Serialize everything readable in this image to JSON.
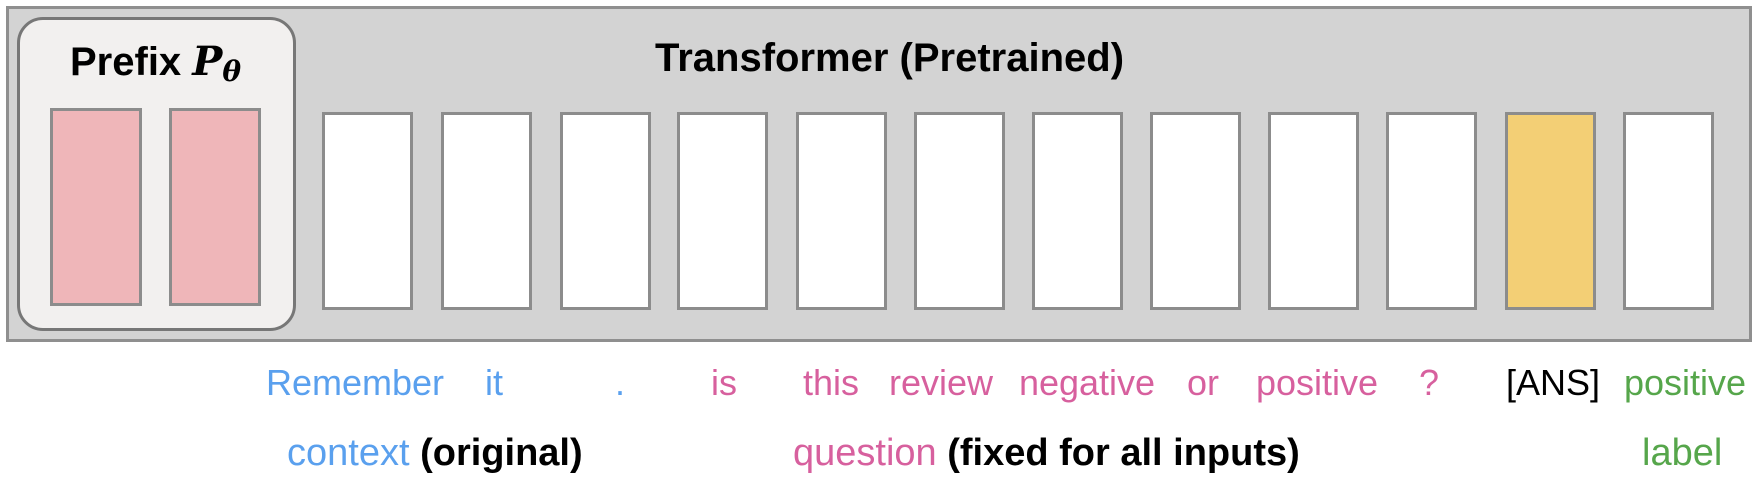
{
  "prefix": {
    "title": "Prefix ",
    "symbol": "P",
    "subscript": "θ"
  },
  "transformer": {
    "title": "Transformer (Pretrained)"
  },
  "tokens": [
    {
      "text": "Remember",
      "role": "context"
    },
    {
      "text": "it",
      "role": "context"
    },
    {
      "text": ".",
      "role": "context"
    },
    {
      "text": "is",
      "role": "question"
    },
    {
      "text": "this",
      "role": "question"
    },
    {
      "text": "review",
      "role": "question"
    },
    {
      "text": "negative",
      "role": "question"
    },
    {
      "text": "or",
      "role": "question"
    },
    {
      "text": "positive",
      "role": "question"
    },
    {
      "text": "?",
      "role": "question"
    },
    {
      "text": "[ANS]",
      "role": "answer"
    },
    {
      "text": "positive",
      "role": "label"
    }
  ],
  "groups": {
    "context": {
      "label": "context",
      "note": " (original)"
    },
    "question": {
      "label": "question",
      "note": " (fixed for all inputs)"
    },
    "label": {
      "label": "label"
    }
  },
  "colors": {
    "context": "#5aa0ee",
    "question": "#d7609e",
    "label": "#56a64b",
    "prefix_fill": "#efb6b9",
    "answer_fill": "#f3cf75",
    "container": "#d3d3d3"
  }
}
